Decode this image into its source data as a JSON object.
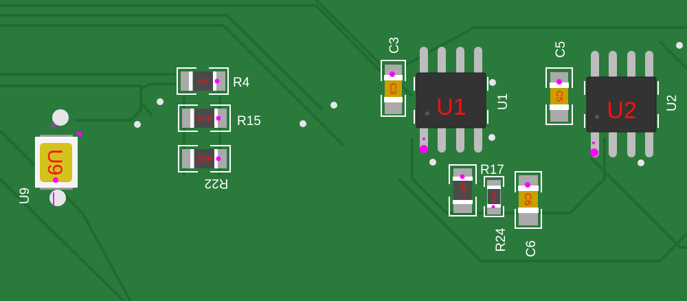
{
  "colors": {
    "board": "#2a7a3c",
    "trace": "#1f6b32",
    "silkscreen": "#ffffff",
    "fab_text": "#ff1010",
    "pin1_marker": "#ff00ff",
    "ic_body": "#333333",
    "capacitor_body": "#c8a000",
    "pad": "#bdbdbd"
  },
  "components": {
    "u9": {
      "ref": "U9",
      "fab": "U9",
      "plus": "+",
      "minus": "−"
    },
    "r4": {
      "ref": "R4",
      "fab": "R4"
    },
    "r15": {
      "ref": "R15",
      "fab": "R15"
    },
    "r22": {
      "ref": "R22",
      "fab": "R22"
    },
    "c3": {
      "ref": "C3",
      "fab": "C3"
    },
    "u1": {
      "ref": "U1",
      "fab": "U1"
    },
    "c5": {
      "ref": "C5",
      "fab": "C5"
    },
    "u2": {
      "ref": "U2",
      "fab": "U2"
    },
    "r17": {
      "ref": "R17",
      "fab": "R17"
    },
    "r24": {
      "ref": "R24",
      "fab": "R24"
    },
    "c6": {
      "ref": "C6",
      "fab": "C6"
    }
  }
}
